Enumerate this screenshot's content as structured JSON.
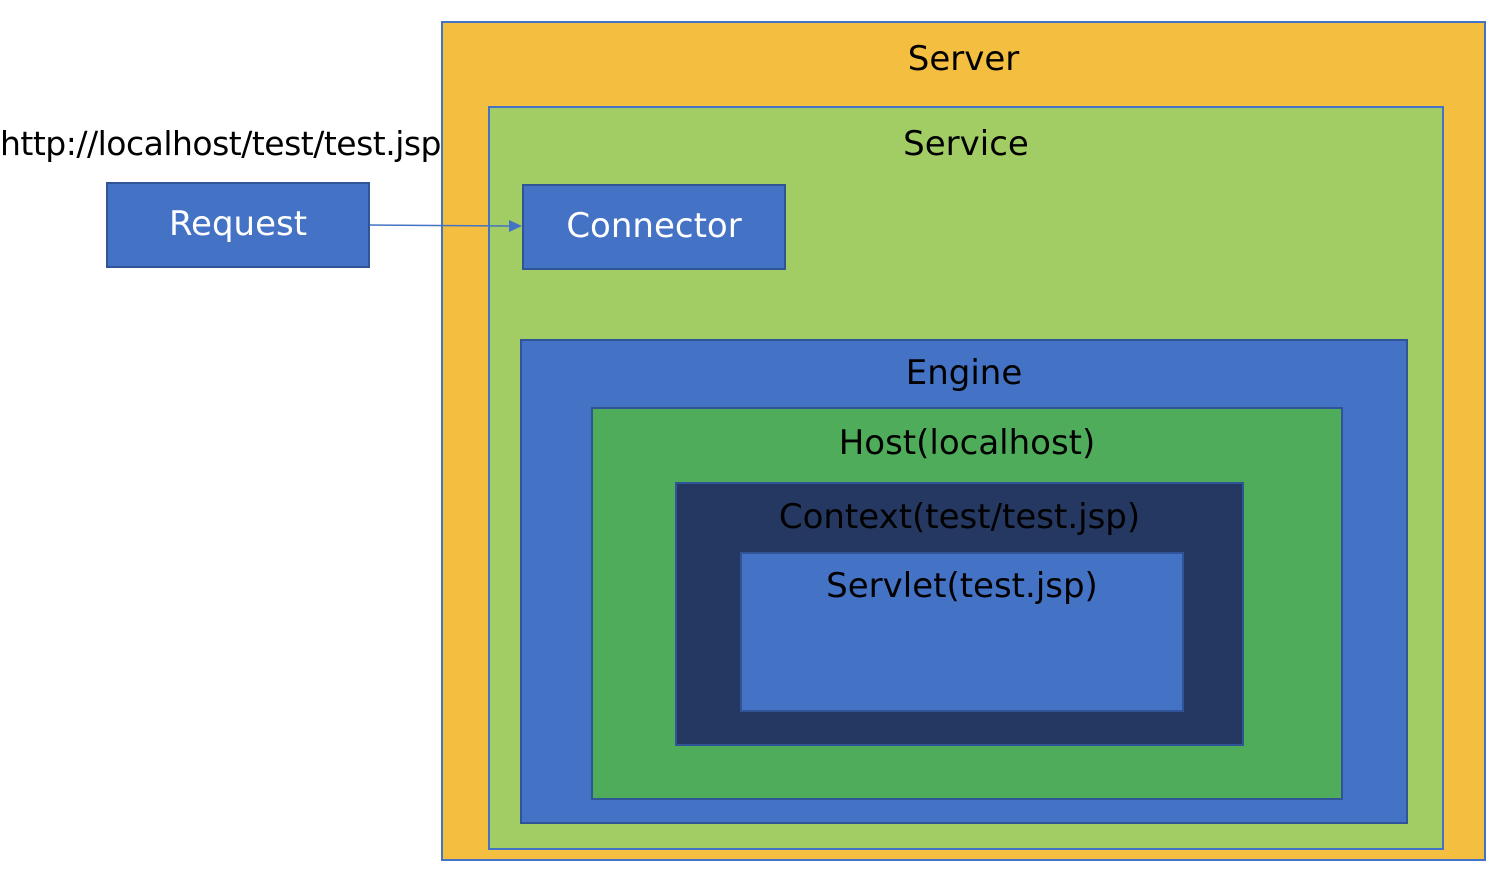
{
  "url": "http://localhost/test/test.jsp",
  "request": {
    "label": "Request"
  },
  "server": {
    "label": "Server"
  },
  "service": {
    "label": "Service"
  },
  "connector": {
    "label": "Connector"
  },
  "engine": {
    "label": "Engine"
  },
  "host": {
    "label": "Host(localhost)"
  },
  "context": {
    "label": "Context(test/test.jsp)"
  },
  "servlet": {
    "label": "Servlet(test.jsp)"
  },
  "colors": {
    "server": "#f4bf41",
    "service": "#a2cd65",
    "connector": "#4472c4",
    "engine": "#4472c4",
    "host": "#4eac5b",
    "context": "#253862",
    "servlet": "#4472c4",
    "request": "#4472c4",
    "arrow": "#4472c4"
  }
}
